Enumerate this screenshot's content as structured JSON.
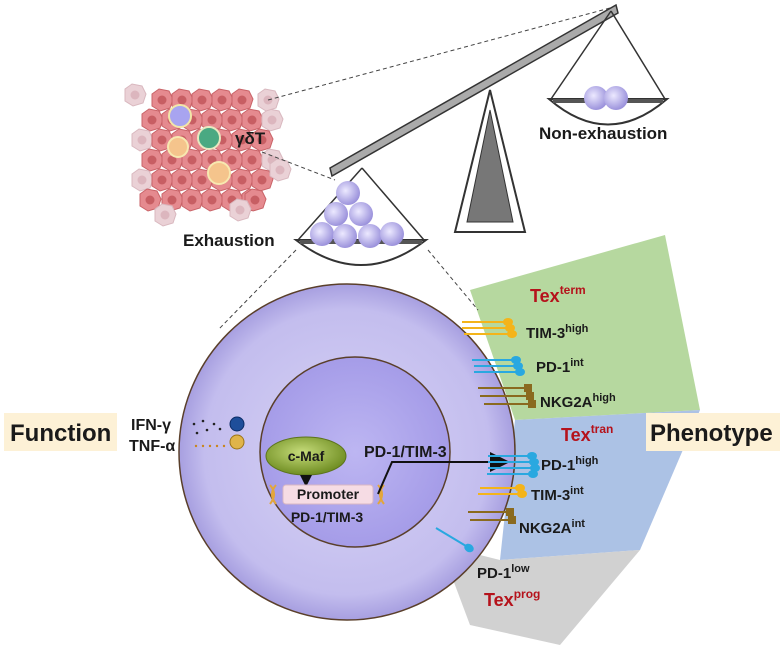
{
  "labels": {
    "gamma_delta_t": "γδT",
    "non_exhaustion": "Non-exhaustion",
    "exhaustion": "Exhaustion",
    "function": "Function",
    "phenotype": "Phenotype",
    "ifn": "IFN-γ",
    "tnf": "TNF-α",
    "cmaf": "c-Maf",
    "promoter": "Promoter",
    "promoter_target": "PD-1/TIM-3",
    "arrow_target": "PD-1/TIM-3"
  },
  "tex_term": {
    "base": "Tex",
    "sup": "term"
  },
  "tex_tran": {
    "base": "Tex",
    "sup": "tran"
  },
  "tex_prog": {
    "base": "Tex",
    "sup": "prog"
  },
  "markers": {
    "tim3_high": {
      "base": "TIM-3",
      "sup": "high"
    },
    "pd1_int": {
      "base": "PD-1",
      "sup": "int"
    },
    "nkg2a_high": {
      "base": "NKG2A",
      "sup": "high"
    },
    "pd1_high": {
      "base": "PD-1",
      "sup": "high"
    },
    "tim3_int": {
      "base": "TIM-3",
      "sup": "int"
    },
    "nkg2a_int": {
      "base": "NKG2A",
      "sup": "int"
    },
    "pd1_low": {
      "base": "PD-1",
      "sup": "low"
    }
  },
  "colors": {
    "cell_fill": "#c8c4ee",
    "nucleus_fill": "#b3acee",
    "term_zone": "#a9d18e",
    "tran_zone": "#9db7e0",
    "prog_zone": "#bfbfbf",
    "label_box": "#fdf1d6",
    "tex_red": "#b5121b",
    "cmaf_green": "#7f9f2e",
    "pd1_blue": "#29a8e0",
    "tim3_yellow": "#f4b41a",
    "nkg2a_brown": "#8a6a1f"
  }
}
